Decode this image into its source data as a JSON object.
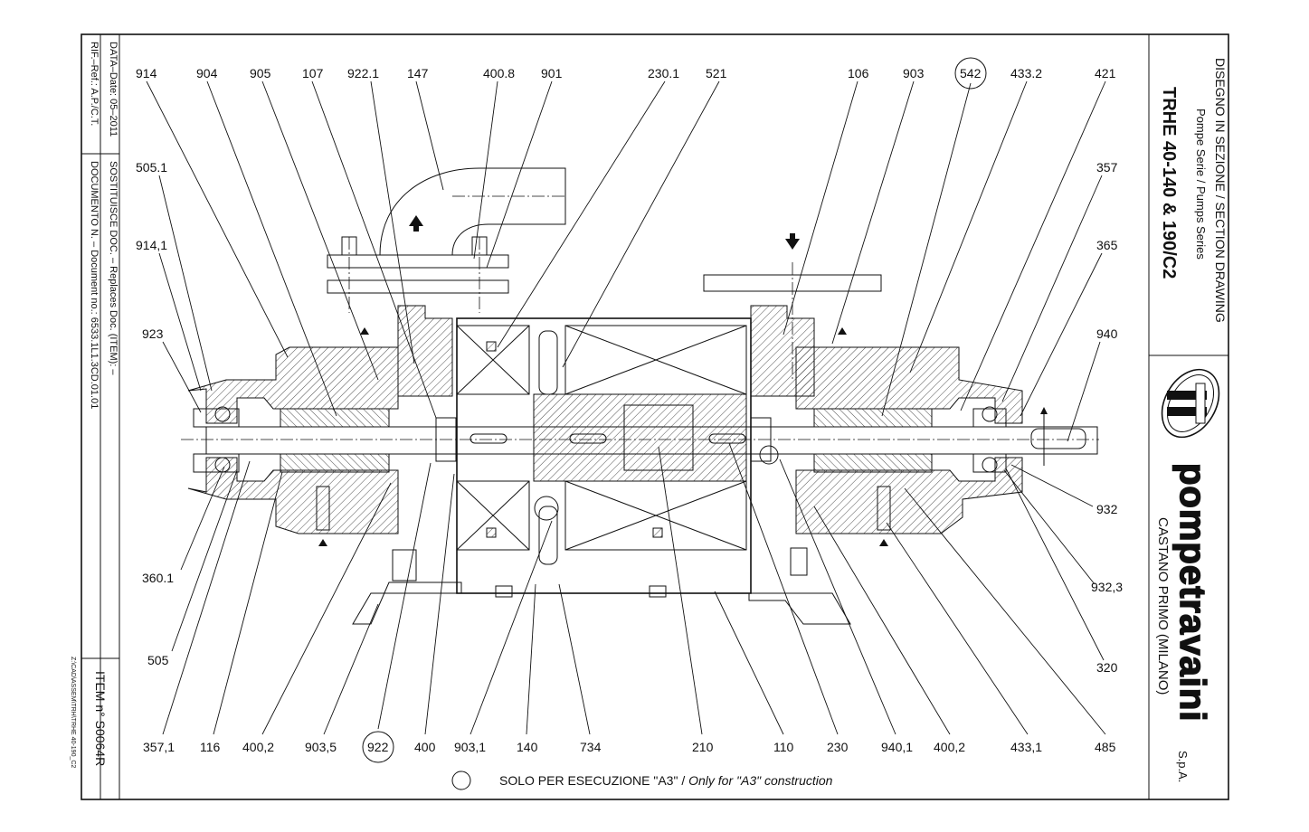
{
  "title_block": {
    "line1": "DISEGNO IN SEZIONE / SECTION DRAWING",
    "line2": "Pompe Serie / Pumps Series",
    "model": "TRHE 40-140 & 190/C2",
    "company": "pompetravaini",
    "company_suffix": "S.p.A.",
    "location": "CASTANO PRIMO (MILANO)"
  },
  "left_block": {
    "ref": "RIF.–Ref.:   A.P./C.T.",
    "date": "DATA–Date:  05–2011",
    "document": "DOCUMENTO N. – Document no.:  6533.1L1.3CD.01.01",
    "replaces": "SOSTITUISCE DOC. – Replaces Doc. (ITEM): –",
    "item": "ITEM n° S0064R",
    "file_path": "Z:\\CAD\\ASSEM\\TRH\\TRHE 40-190_C2"
  },
  "note": {
    "text_it": "SOLO PER ESECUZIONE \"A3\" / ",
    "text_en": "Only for \"A3\" construction"
  },
  "labels": {
    "top": [
      "914",
      "904",
      "905",
      "107",
      "922.1",
      "147",
      "400.8",
      "901",
      "230.1",
      "521",
      "106",
      "903",
      "542",
      "433.2",
      "421"
    ],
    "left": [
      "505.1",
      "914,1",
      "923",
      "360.1",
      "505"
    ],
    "right": [
      "357",
      "365",
      "940",
      "932",
      "932,3",
      "320"
    ],
    "bottom": [
      "357,1",
      "116",
      "400,2",
      "903,5",
      "922",
      "400",
      "903,1",
      "140",
      "734",
      "210",
      "110",
      "230",
      "940,1",
      "400,2",
      "433,1",
      "485"
    ]
  }
}
